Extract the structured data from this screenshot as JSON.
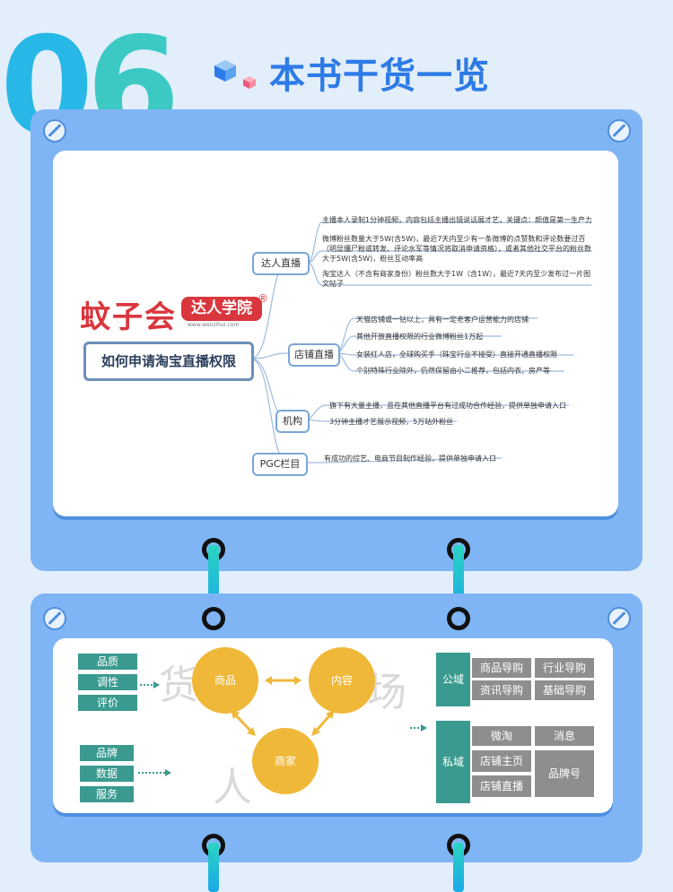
{
  "header": {
    "number": "06",
    "title": "本书干货一览"
  },
  "mindmap": {
    "logo": "蚊子会",
    "badge": "达人学院",
    "badge_mark": "®",
    "url": "www.wenzihui.com",
    "root": "如何申请淘宝直播权限",
    "branches": [
      {
        "label": "达人直播",
        "leaves": [
          "主播本人录制1分钟视频，内容包括主播出镜说话展才艺，关键点：颜值是第一生产力",
          "微博粉丝数量大于5W(含5W)，最近7天内至少有一条微博的点赞数和评论数要过百（明显僵尸粉或转发、评论水军等情况将取消申请资格），或者其他社交平台的粉丝数大于5W(含5W)，粉丝互动率高",
          "淘宝达人（不含有商家身份）粉丝数大于1W（含1W），最近7天内至少发布过一片图文帖子"
        ]
      },
      {
        "label": "店铺直播",
        "leaves": [
          "天猫店铺或一钻以上，具有一定老客户运营能力的店铺",
          "其他开放直播权限的行业微博粉丝1万起",
          "女装红人店，全球购买手（珠宝行业不接受）直接开通直播权限",
          "个别特殊行业除外，仍然保留由小二推荐，包括内衣、房产等"
        ]
      },
      {
        "label": "机构",
        "leaves": [
          "旗下有大量主播，且在其他直播平台有过成功合作经验，提供单独申请入口",
          "3分钟主播才艺展示视频，5万站外粉丝"
        ]
      },
      {
        "label": "PGC栏目",
        "leaves": [
          "有成功的综艺、电商节目制作经验，提供单独申请入口"
        ]
      }
    ]
  },
  "model": {
    "left_top": [
      "品质",
      "调性",
      "评价"
    ],
    "left_bottom": [
      "品牌",
      "数据",
      "服务"
    ],
    "ghost": [
      "货",
      "场",
      "人"
    ],
    "circles": {
      "product": "商品",
      "content": "内容",
      "merchant": "商家"
    },
    "public": {
      "label": "公域",
      "items": [
        "商品导购",
        "行业导购",
        "资讯导购",
        "基础导购"
      ]
    },
    "private": {
      "label": "私域",
      "items": [
        "微淘",
        "消息",
        "店铺主页",
        "店铺直播",
        "品牌号"
      ]
    }
  },
  "colors": {
    "accent": "#2d7be6",
    "panel": "#7fb5f4",
    "teal": "#3a9a8f",
    "gold": "#f0b838"
  }
}
